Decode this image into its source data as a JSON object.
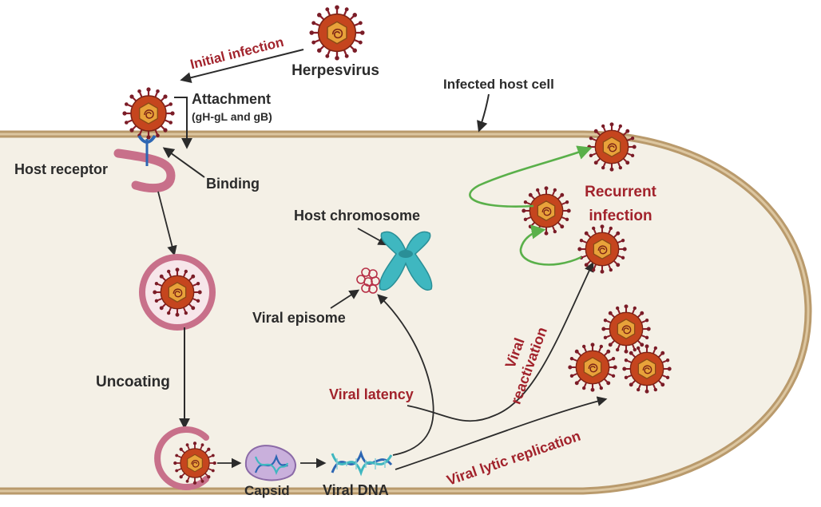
{
  "labels": {
    "initial_infection": "Initial infection",
    "herpesvirus": "Herpesvirus",
    "attachment": "Attachment",
    "attachment_sub": "(gH-gL and gB)",
    "infected_host_cell": "Infected host cell",
    "host_receptor": "Host receptor",
    "binding": "Binding",
    "host_chromosome": "Host chromosome",
    "viral_episome": "Viral episome",
    "uncoating": "Uncoating",
    "capsid": "Capsid",
    "viral_dna": "Viral DNA",
    "viral_latency": "Viral latency",
    "viral_reactivation_1": "Viral",
    "viral_reactivation_2": "reactivation",
    "viral_lytic_replication": "Viral lytic replication",
    "recurrent_infection_1": "Recurrent",
    "recurrent_infection_2": "infection"
  },
  "colors": {
    "virus_outer": "#c5451e",
    "virus_inner": "#e8a23a",
    "membrane": "#c9a97a",
    "cytoplasm": "#f4f0e6",
    "label_red": "#a2232c",
    "label_dark": "#2b2b2b",
    "chromosome": "#3fb7c0",
    "reactivation_arrow": "#5ab04a",
    "receptor": "#c8708a",
    "vesicle": "#c8708a"
  },
  "icons": [
    "virus-icon",
    "chromosome-icon",
    "episome-icon",
    "capsid-icon",
    "dna-helix-icon",
    "host-receptor-icon"
  ]
}
